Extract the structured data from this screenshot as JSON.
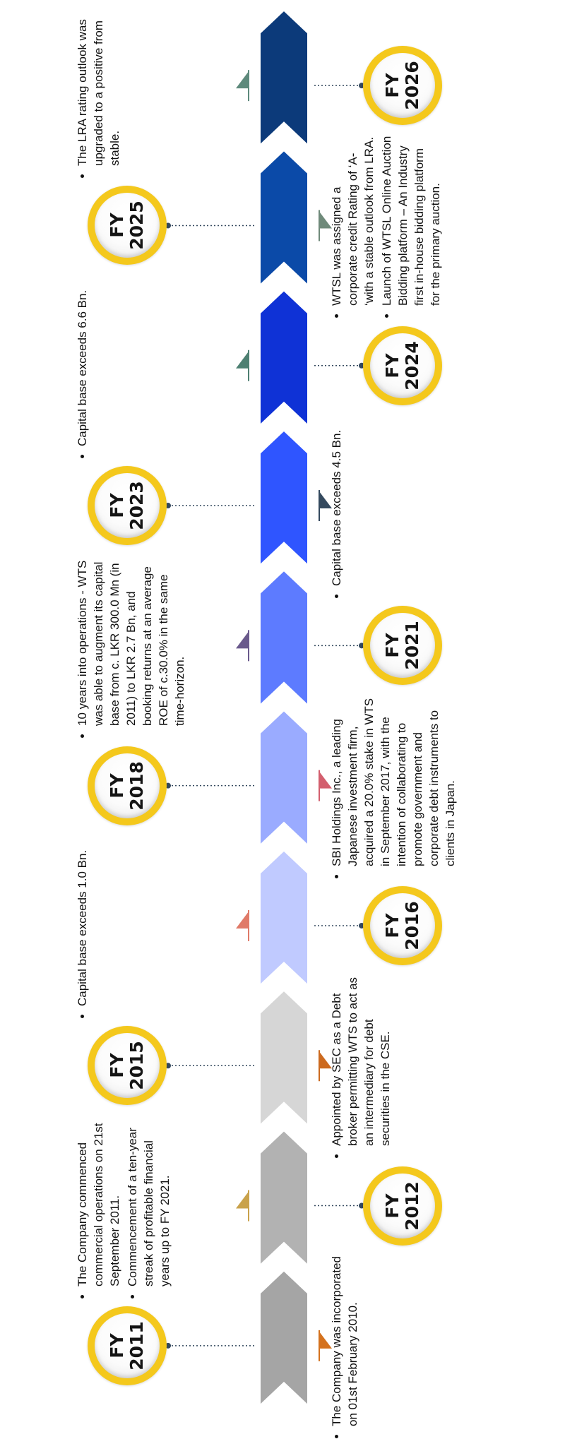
{
  "colors": {
    "badge_ring": "#f4c81c",
    "connector": "#34495e"
  },
  "timeline": [
    {
      "fy": "FY",
      "year": "2011",
      "side": "left",
      "arrow_color": "#a5a5a5",
      "marker_color": "#d4721e",
      "items": [
        "The Company was incorporated on 01st February 2010."
      ]
    },
    {
      "fy": "FY",
      "year": "2012",
      "side": "right",
      "arrow_color": "#b2b2b2",
      "marker_color": "#c9a24b",
      "items": [
        "The Company commenced commercial operations on 21st September 2011.",
        "Commencement of a ten-year streak of profitable financial years up to FY 2021."
      ]
    },
    {
      "fy": "FY",
      "year": "2015",
      "side": "left",
      "arrow_color": "#d6d6d6",
      "marker_color": "#cc6a1f",
      "items": [
        "Appointed by SEC as a Debt broker permitting WTS to act as an intermediary for debt securities in the CSE."
      ]
    },
    {
      "fy": "FY",
      "year": "2016",
      "side": "right",
      "arrow_color": "#c0caff",
      "marker_color": "#e07a68",
      "items": [
        "Capital base exceeds 1.0 Bn."
      ]
    },
    {
      "fy": "FY",
      "year": "2018",
      "side": "left",
      "arrow_color": "#9aabff",
      "marker_color": "#d35f6e",
      "items": [
        "SBI Holdings Inc., a leading Japanese investment firm, acquired a 20.0% stake in WTS in September 2017, with the intention of collaborating to promote government and corporate debt instruments to clients in Japan."
      ]
    },
    {
      "fy": "FY",
      "year": "2021",
      "side": "right",
      "arrow_color": "#5d7bff",
      "marker_color": "#6a5a8c",
      "items": [
        "10 years into operations - WTS was able to augment its capital base from c. LKR 300.0 Mn (in 2011) to LKR 2.7 Bn, and booking returns at an average ROE of c.30.0% in the same time-horizon."
      ]
    },
    {
      "fy": "FY",
      "year": "2023",
      "side": "left",
      "arrow_color": "#2f55ff",
      "marker_color": "#34495e",
      "items": [
        "Capital base exceeds 4.5 Bn."
      ]
    },
    {
      "fy": "FY",
      "year": "2024",
      "side": "right",
      "arrow_color": "#0f32d6",
      "marker_color": "#4e8072",
      "items": [
        "Capital base exceeds 6.6 Bn."
      ]
    },
    {
      "fy": "FY",
      "year": "2025",
      "side": "left",
      "arrow_color": "#0b4aa8",
      "marker_color": "#6f8a7a",
      "items": [
        "WTSL was assigned a corporate credit Rating of ‘A- ‘with a stable outlook from LRA.",
        "Launch of WTSL Online Auction Bidding platform – An Industry first in-house bidding platform for the primary auction."
      ]
    },
    {
      "fy": "FY",
      "year": "2026",
      "side": "right",
      "arrow_color": "#0c3a7a",
      "marker_color": "#5e8a7c",
      "items": [
        "The LRA rating outlook was upgraded to a positive from stable."
      ]
    }
  ]
}
